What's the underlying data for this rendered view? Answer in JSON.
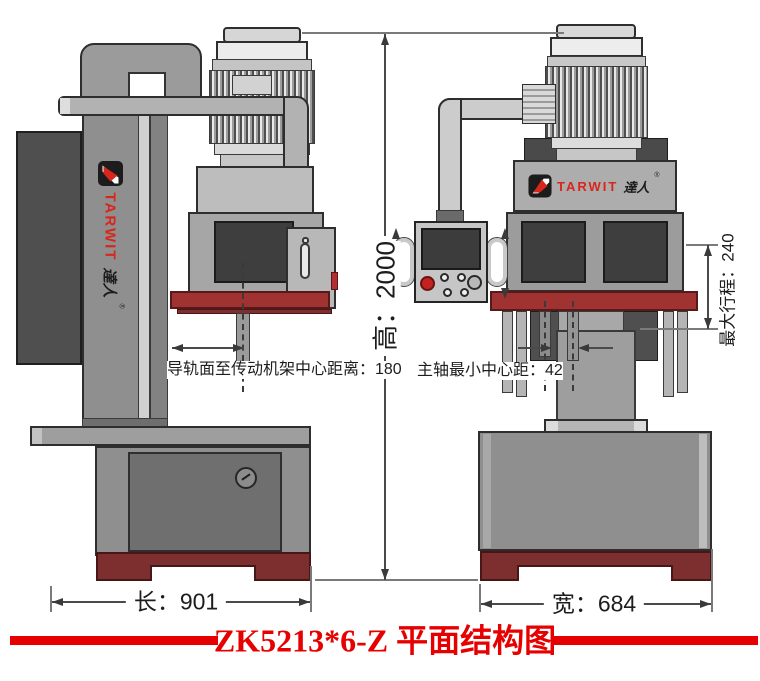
{
  "title": {
    "text": "ZK5213*6-Z 平面结构图",
    "color": "#e60000"
  },
  "brand": {
    "name": "TARWIT",
    "suffix": "達人",
    "reg": "®"
  },
  "annotations": {
    "height": "高：2000",
    "length": "长：901",
    "width": "宽：684",
    "max_stroke": "最大行程：240",
    "rail_to_frame": "导轨面至传动机架中心距离：180",
    "spindle_min": "主轴最小中心距：42"
  },
  "colors": {
    "accent_red": "#e60000",
    "logo_red": "#d8261c",
    "table_red": "#a03232",
    "feet_red": "#7d2f2f",
    "machine_gray": "#909090",
    "dark_panel": "#3e3e3e",
    "dim_line": "#4a4a4a"
  }
}
